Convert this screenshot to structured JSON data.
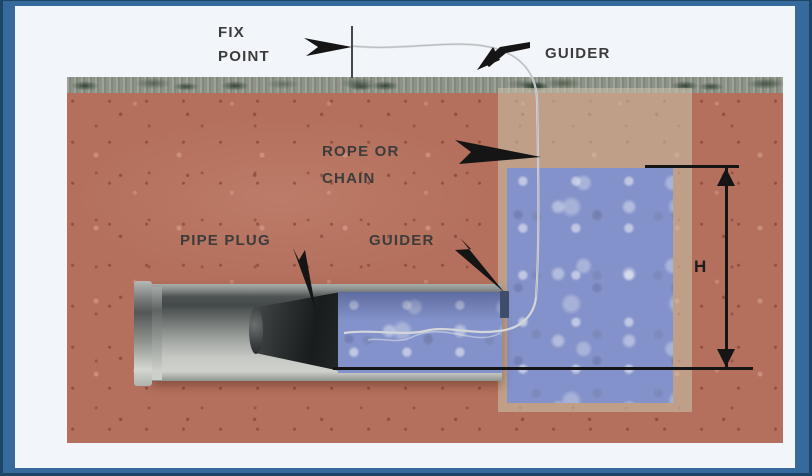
{
  "diagram": {
    "title_domain": "pipe-plug-installation-diagram",
    "labels": {
      "fix_point_line1": "FIX",
      "fix_point_line2": "POINT",
      "guider_top": "GUIDER",
      "rope_line1": "ROPE OR",
      "rope_line2": "CHAIN",
      "pipe_plug": "PIPE PLUG",
      "guider_mid": "GUIDER",
      "height": "H"
    },
    "colors": {
      "frame_outer": "#1c4566",
      "frame_inner": "#36699c",
      "page_background": "#f2f5f9",
      "soil": "#b4705c",
      "ground_strip": "#8d9487",
      "shaft_overlay": "rgba(202,193,168,0.58)",
      "water": "#8392ca",
      "pipe_light": "#cfd1cc",
      "pipe_dark": "#434849",
      "plug": "#1f2324",
      "guider_block": "#3d4d6b",
      "annotation_black": "#151515",
      "label_text": "#3c3c3c",
      "rope": "#d4d7da"
    }
  }
}
